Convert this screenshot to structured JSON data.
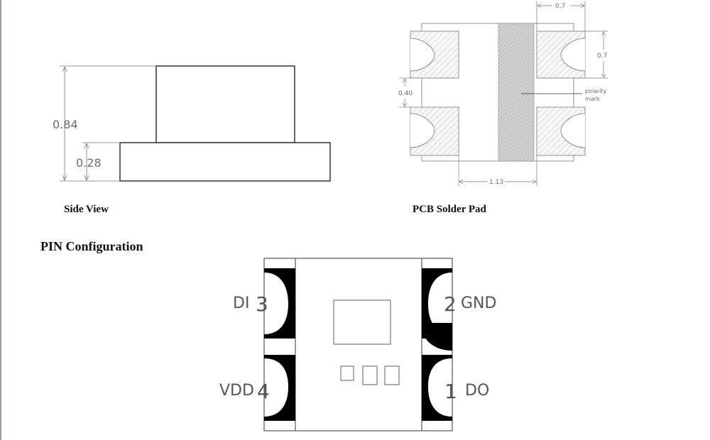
{
  "side_view": {
    "caption": "Side View",
    "dim_total_height": "0.84",
    "dim_base_height": "0.28"
  },
  "pcb_pad": {
    "caption": "PCB Solder Pad",
    "dim_pad_width": "0.7",
    "dim_pad_height": "0.7",
    "dim_pad_gap": "0.40",
    "dim_span": "1.13",
    "polarity_label_line1": "polarity",
    "polarity_label_line2": "mark"
  },
  "pin_config": {
    "heading": "PIN  Configuration",
    "pins": [
      {
        "number": "3",
        "name": "DI"
      },
      {
        "number": "4",
        "name": "VDD"
      },
      {
        "number": "2",
        "name": "GND"
      },
      {
        "number": "1",
        "name": "DO"
      }
    ]
  }
}
